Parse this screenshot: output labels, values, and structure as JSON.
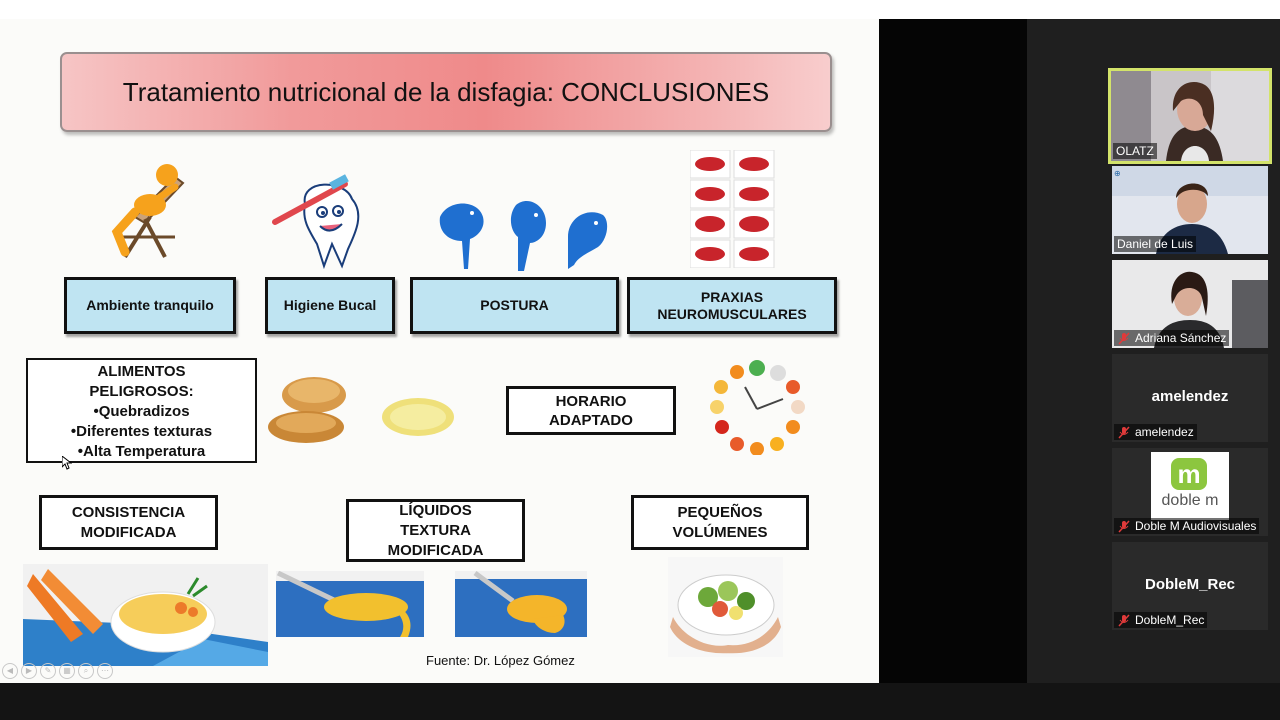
{
  "slide": {
    "title": "Tratamiento nutricional de la disfagia: CONCLUSIONES",
    "row1_boxes": [
      "Ambiente tranquilo",
      "Higiene Bucal",
      "POSTURA",
      "PRAXIAS NEUROMUSCULARES"
    ],
    "alimentos": {
      "lines": [
        "ALIMENTOS",
        "PELIGROSOS:",
        "•Quebradizos",
        "•Diferentes texturas",
        "•Alta Temperatura"
      ]
    },
    "horario": "HORARIO ADAPTADO",
    "consistencia": "CONSISTENCIA MODIFICADA",
    "liquidos": "LÍQUIDOS TEXTURA MODIFICADA",
    "pequenos": "PEQUEÑOS VOLÚMENES",
    "fuente": "Fuente: Dr. López Gómez"
  },
  "participants": [
    {
      "name": "OLATZ",
      "active": true,
      "muted": false,
      "video": true
    },
    {
      "name": "Daniel de Luis",
      "muted": false,
      "video": true
    },
    {
      "name": "Adriana Sánchez",
      "muted": true,
      "video": true
    },
    {
      "name": "amelendez",
      "display": "amelendez",
      "muted": true,
      "video": false
    },
    {
      "name": "Doble M Audiovisuales",
      "logo_text": "doble m",
      "muted": true,
      "video": true
    },
    {
      "name": "DobleM_Rec",
      "display": "DobleM_Rec",
      "muted": true,
      "video": false
    }
  ],
  "colors": {
    "active_border": "#d3e36a",
    "box_blue": "#bfe4f2",
    "title_red": "#ef8a8a",
    "logo_green": "#8cc63f"
  }
}
